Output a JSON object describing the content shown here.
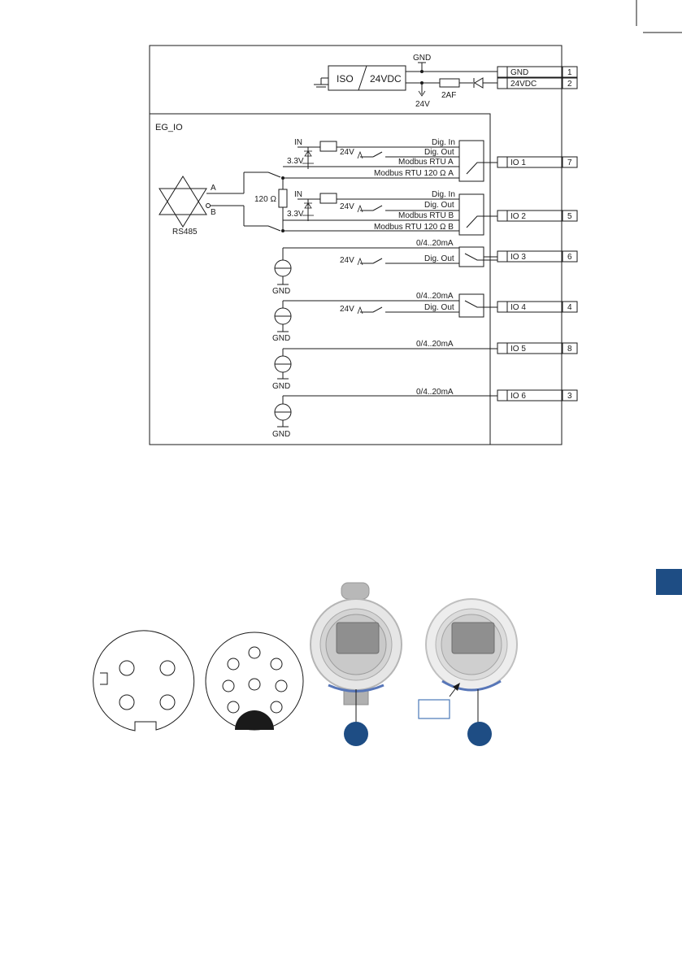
{
  "side_tab": {
    "color": "#1e4d84"
  },
  "schematic": {
    "module_label": "EG_IO",
    "power": {
      "iso_label": "ISO",
      "supply_label": "24VDC",
      "gnd_label": "GND",
      "v24_label": "24V",
      "fuse_label": "2AF"
    },
    "rs485": {
      "label": "RS485",
      "line_a": "A",
      "line_b": "B",
      "termination": "120 Ω"
    },
    "labels": {
      "in": "IN",
      "v33": "3.3V",
      "v24": "24V",
      "gnd": "GND"
    },
    "signals": {
      "dig_in": "Dig. In",
      "dig_out": "Dig. Out",
      "modbus_a": "Modbus RTU A",
      "modbus_120_a": "Modbus RTU 120   Ω A",
      "modbus_b": "Modbus RTU B",
      "modbus_120_b": "Modbus RTU 120   Ω B",
      "current": "0/4..20mA"
    },
    "terminals": [
      {
        "name": "GND",
        "pin": "1"
      },
      {
        "name": "24VDC",
        "pin": "2"
      },
      {
        "name": "IO 1",
        "pin": "7"
      },
      {
        "name": "IO 2",
        "pin": "5"
      },
      {
        "name": "IO 3",
        "pin": "6"
      },
      {
        "name": "IO 4",
        "pin": "4"
      },
      {
        "name": "IO 5",
        "pin": "8"
      },
      {
        "name": "IO 6",
        "pin": "3"
      }
    ]
  },
  "devices": {
    "callout_1": "",
    "callout_2": "",
    "label_box": ""
  }
}
